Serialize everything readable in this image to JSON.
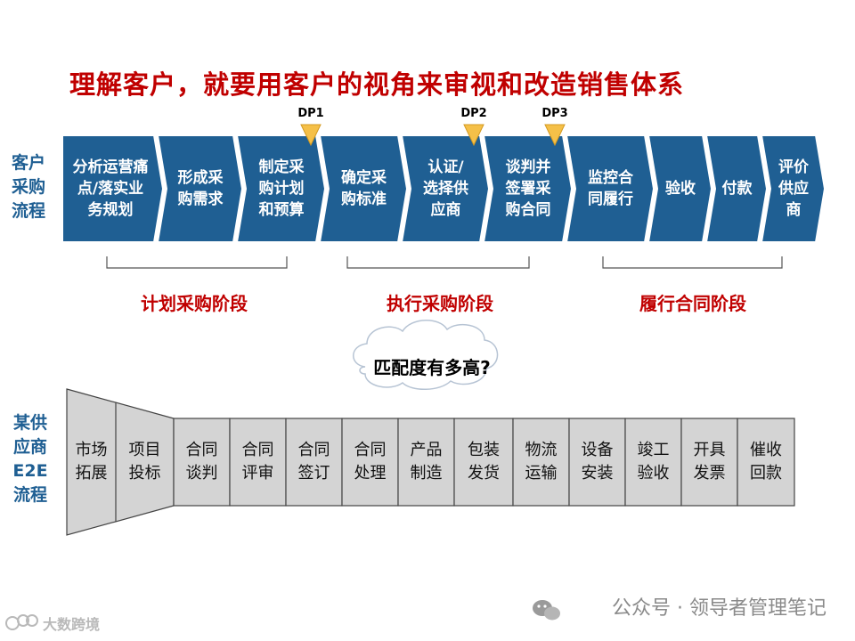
{
  "title": "理解客户，就要用客户的视角来审视和改造销售体系",
  "customer_label": [
    "客户",
    "采购",
    "流程"
  ],
  "supplier_label": [
    "某供",
    "应商",
    "E2E",
    "流程"
  ],
  "decision_points": [
    "DP1",
    "DP2",
    "DP3"
  ],
  "customer_steps": [
    [
      "分析运营痛",
      "点/落实业",
      "务规划"
    ],
    [
      "形成采",
      "购需求"
    ],
    [
      "制定采",
      "购计划",
      "和预算"
    ],
    [
      "确定采",
      "购标准"
    ],
    [
      "认证/",
      "选择供",
      "应商"
    ],
    [
      "谈判并",
      "签署采",
      "购合同"
    ],
    [
      "监控合",
      "同履行"
    ],
    [
      "验收"
    ],
    [
      "付款"
    ],
    [
      "评价",
      "供应",
      "商"
    ]
  ],
  "phases": [
    "计划采购阶段",
    "执行采购阶段",
    "履行合同阶段"
  ],
  "cloud_text": "匹配度有多高?",
  "supplier_steps": [
    [
      "市场",
      "拓展"
    ],
    [
      "项目",
      "投标"
    ],
    [
      "合同",
      "谈判"
    ],
    [
      "合同",
      "评审"
    ],
    [
      "合同",
      "签订"
    ],
    [
      "合同",
      "处理"
    ],
    [
      "产品",
      "制造"
    ],
    [
      "包装",
      "发货"
    ],
    [
      "物流",
      "运输"
    ],
    [
      "设备",
      "安装"
    ],
    [
      "竣工",
      "验收"
    ],
    [
      "开具",
      "发票"
    ],
    [
      "催收",
      "回款"
    ]
  ],
  "watermark": "公众号 · 领导者管理笔记",
  "logo_text": "大数跨境",
  "colors": {
    "chevron_fill": "#1f5f93",
    "title_red": "#c00000",
    "label_blue": "#1f5f93",
    "funnel_gray": "#d4d4d4",
    "dp_marker": "#f5c048"
  },
  "icons": [
    "cloud-shape",
    "wechat-icon",
    "logo-icon"
  ]
}
